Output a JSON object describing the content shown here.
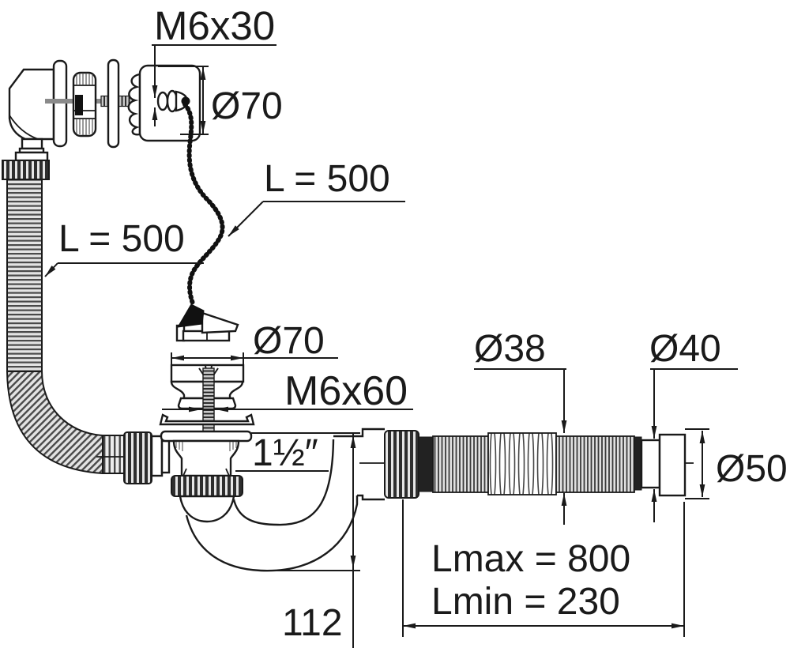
{
  "drawing": {
    "overflow_unit": {
      "screw_spec": "M6x30",
      "cover_diameter": "Ø70",
      "cable_length": "L = 500",
      "hose_length": "L = 500"
    },
    "waste_unit": {
      "plug_diameter": "Ø70",
      "screw_spec": "M6x60",
      "thread_size": "1½″",
      "trap_height": "112"
    },
    "flexi_pipe": {
      "pipe_diameter": "Ø38",
      "outlet_diameter": "Ø40",
      "sleeve_diameter": "Ø50",
      "length_max": "Lmax = 800",
      "length_min": "Lmin = 230"
    }
  }
}
